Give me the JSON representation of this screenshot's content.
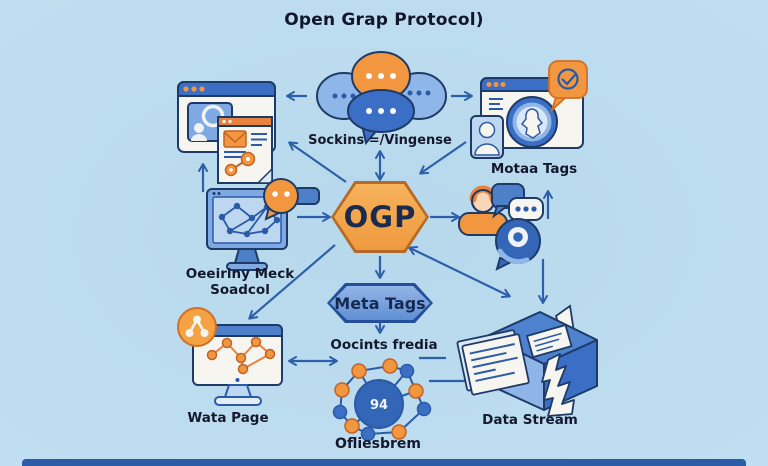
{
  "title": "Open Grap Protocol)",
  "center": {
    "ogp_label": "OGP",
    "meta_tags_label": "Meta Tags"
  },
  "nodes": {
    "social": {
      "label": "Sockins =/Vingense"
    },
    "meta_browser": {
      "label": "Motaa Tags"
    },
    "network_monitor": {
      "label_line1": "Oeeiriny Meck",
      "label_line2": "Soadcol"
    },
    "social_media": {
      "label": "Oocints fredia"
    },
    "network_ball": {
      "label": "Ofliesbrem",
      "value": "94"
    },
    "web_page": {
      "label": "Wata Page"
    },
    "data_stream": {
      "label": "Data Stream"
    }
  },
  "icons": {
    "social": "speech-bubbles-icon",
    "meta_browser": "browser-check-icon",
    "webpage_preview": "browser-preview-icon",
    "network_monitor": "monitor-network-icon",
    "social_media": "people-chat-icon",
    "network_ball": "network-graph-icon",
    "web_page": "monitor-webpage-icon",
    "data_stream": "data-cube-icon"
  },
  "colors": {
    "background": "#BCDCEE",
    "accent_orange": "#F2973F",
    "accent_blue": "#3B6FC6",
    "dark_blue": "#2B5AA7",
    "ink": "#14182E",
    "bottom_bar": "#2B5CA8"
  }
}
